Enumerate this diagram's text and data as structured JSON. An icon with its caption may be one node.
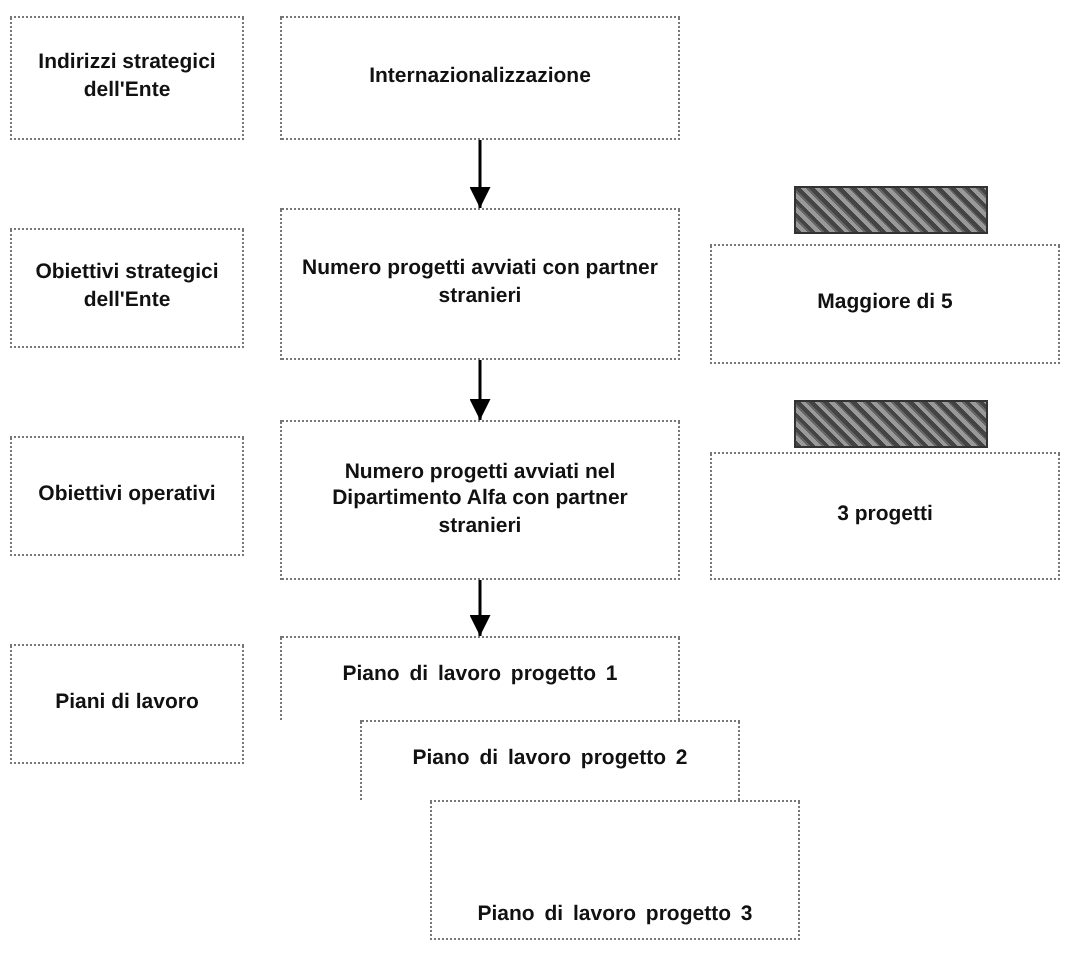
{
  "diagram": {
    "nodes": [
      {
        "text": [
          "Indirizzi strategici dell'Ente"
        ]
      },
      {
        "text": [
          "Internazionalizzazione"
        ]
      },
      {
        "text": [
          "Obiettivi strategici dell'Ente"
        ]
      },
      {
        "text": [
          "Numero progetti avviati con partner stranieri"
        ]
      },
      {
        "text": [],
        "shape": "box"
      },
      {
        "text": [
          "Maggiore di 5"
        ]
      },
      {
        "text": [
          "Obiettivi operativi"
        ]
      },
      {
        "text": [
          "Numero progetti avviati nel Dipartimento Alfa con partner stranieri"
        ]
      },
      {
        "text": [],
        "shape": "box"
      },
      {
        "text": [
          "3 progetti"
        ]
      },
      {
        "text": [
          "Piani di lavoro"
        ]
      },
      {
        "text": [
          "Piano di lavoro progetto 1"
        ]
      },
      {
        "text": [
          "Piano di lavoro progetto 2"
        ]
      },
      {
        "text": [
          "Piano di lavoro progetto 3"
        ]
      }
    ],
    "edges": [
      {
        "from": 1,
        "to": 3,
        "arrow": "to"
      },
      {
        "from": 3,
        "to": 7,
        "arrow": "to"
      },
      {
        "from": 7,
        "to": 11,
        "arrow": "to"
      }
    ]
  }
}
